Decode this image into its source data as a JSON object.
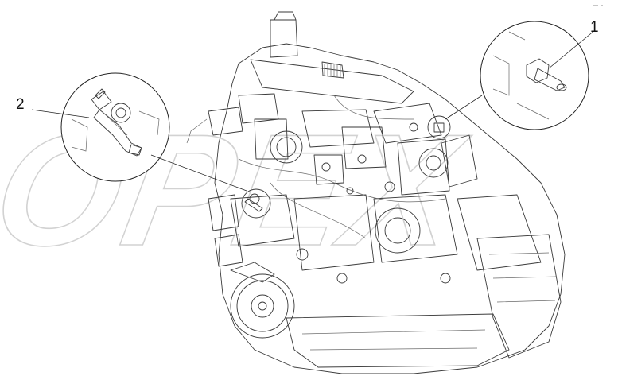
{
  "callouts": [
    {
      "id": "1",
      "label": "1"
    },
    {
      "id": "2",
      "label": "2"
    }
  ],
  "watermark_text": "OPEX",
  "icons": [
    "engine-assembly-icon",
    "pipe-fitting-icon",
    "sensor-valve-icon",
    "small-sensor-icon"
  ],
  "colors": {
    "line": "#3a3a3a",
    "watermark": "#d2d2d2",
    "background": "#ffffff"
  }
}
